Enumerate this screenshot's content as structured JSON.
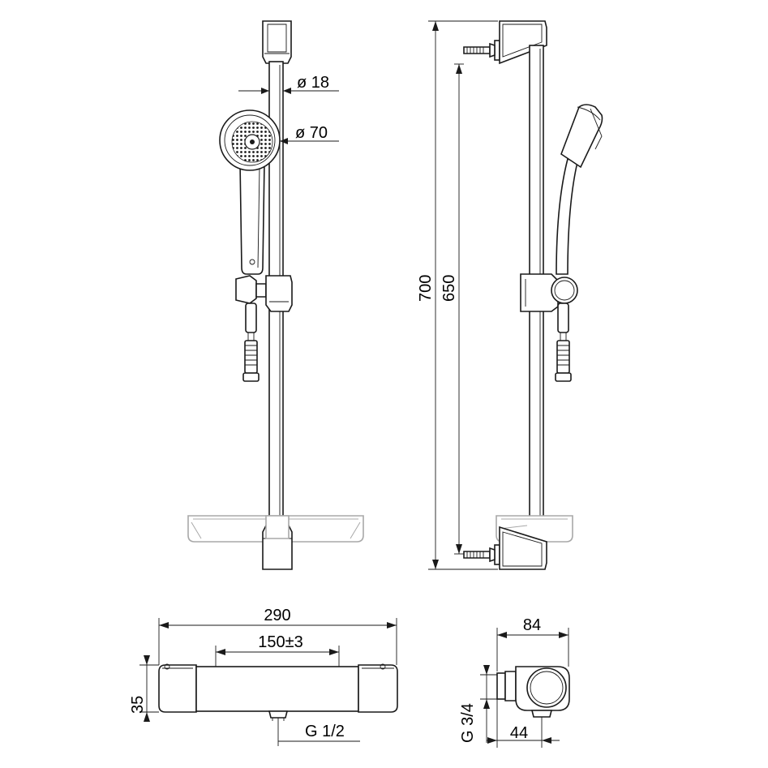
{
  "diagram": {
    "dimensions": {
      "bar_diameter": "ø 18",
      "head_diameter": "ø 70",
      "total_height": "700",
      "fixing_distance": "650",
      "mixer_width": "290",
      "inlet_spacing": "150±3",
      "mixer_height": "35",
      "outlet_thread": "G 1/2",
      "mixer_depth": "84",
      "inlet_thread": "G 3/4",
      "outlet_offset": "44"
    },
    "colors": {
      "line": "#1a1a1a",
      "shelf": "#a8a8a8",
      "background": "#ffffff"
    }
  }
}
